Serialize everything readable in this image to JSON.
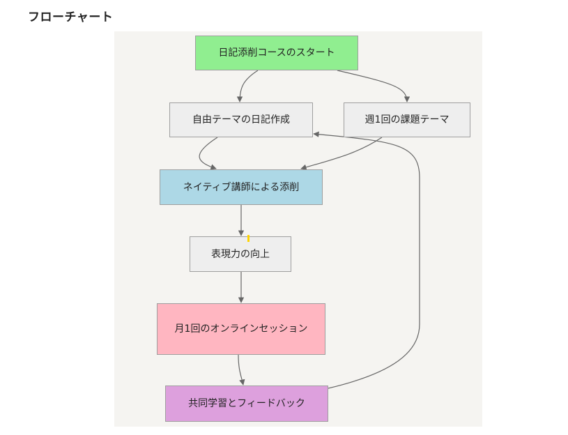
{
  "page": {
    "title": "フローチャート"
  },
  "flowchart": {
    "nodes": {
      "start": {
        "label": "日記添削コースのスタート",
        "color": "#90ee90"
      },
      "free_theme": {
        "label": "自由テーマの日記作成",
        "color": "#eeeeee"
      },
      "weekly_theme": {
        "label": "週1回の課題テーマ",
        "color": "#eeeeee"
      },
      "native_review": {
        "label": "ネイティブ講師による添削",
        "color": "#add8e6"
      },
      "improve": {
        "label": "表現力の向上",
        "color": "#eeeeee"
      },
      "online_session": {
        "label": "月1回のオンラインセッション",
        "color": "#ffb6c1"
      },
      "group_feedback": {
        "label": "共同学習とフィードバック",
        "color": "#dda0dd"
      }
    },
    "edges": [
      {
        "from": "start",
        "to": "free_theme"
      },
      {
        "from": "start",
        "to": "weekly_theme"
      },
      {
        "from": "free_theme",
        "to": "native_review"
      },
      {
        "from": "weekly_theme",
        "to": "native_review"
      },
      {
        "from": "native_review",
        "to": "improve"
      },
      {
        "from": "improve",
        "to": "online_session"
      },
      {
        "from": "online_session",
        "to": "group_feedback"
      },
      {
        "from": "group_feedback",
        "to": "free_theme"
      }
    ]
  }
}
